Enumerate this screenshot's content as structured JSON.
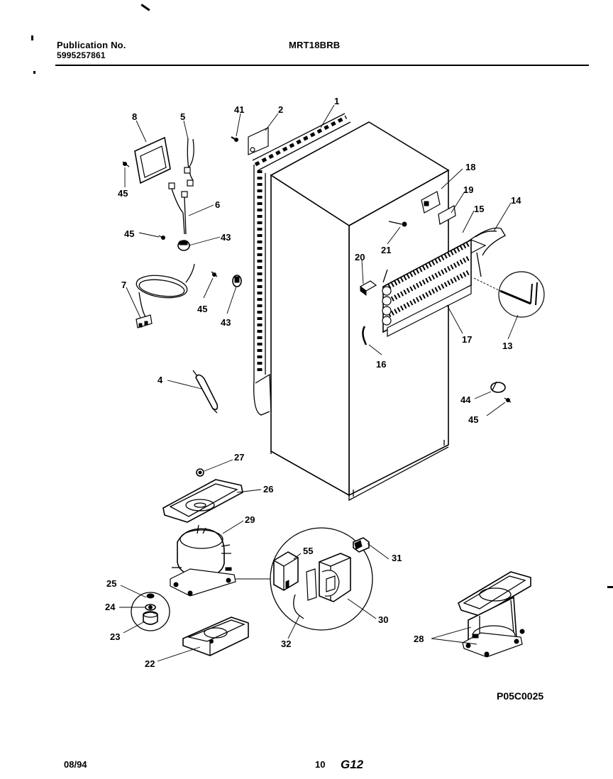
{
  "header": {
    "publication_label": "Publication No.",
    "publication_number": "5995257861",
    "model": "MRT18BRB"
  },
  "footer": {
    "date": "08/94",
    "page_number": "10",
    "section_code": "G12",
    "drawing_code": "P05C0025"
  },
  "diagram": {
    "callouts": [
      "1",
      "2",
      "41",
      "8",
      "5",
      "45",
      "6",
      "45",
      "43",
      "7",
      "45",
      "43",
      "4",
      "18",
      "19",
      "14",
      "15",
      "21",
      "20",
      "13",
      "17",
      "16",
      "44",
      "45",
      "27",
      "26",
      "29",
      "25",
      "24",
      "23",
      "22",
      "55",
      "31",
      "30",
      "32",
      "28"
    ]
  }
}
